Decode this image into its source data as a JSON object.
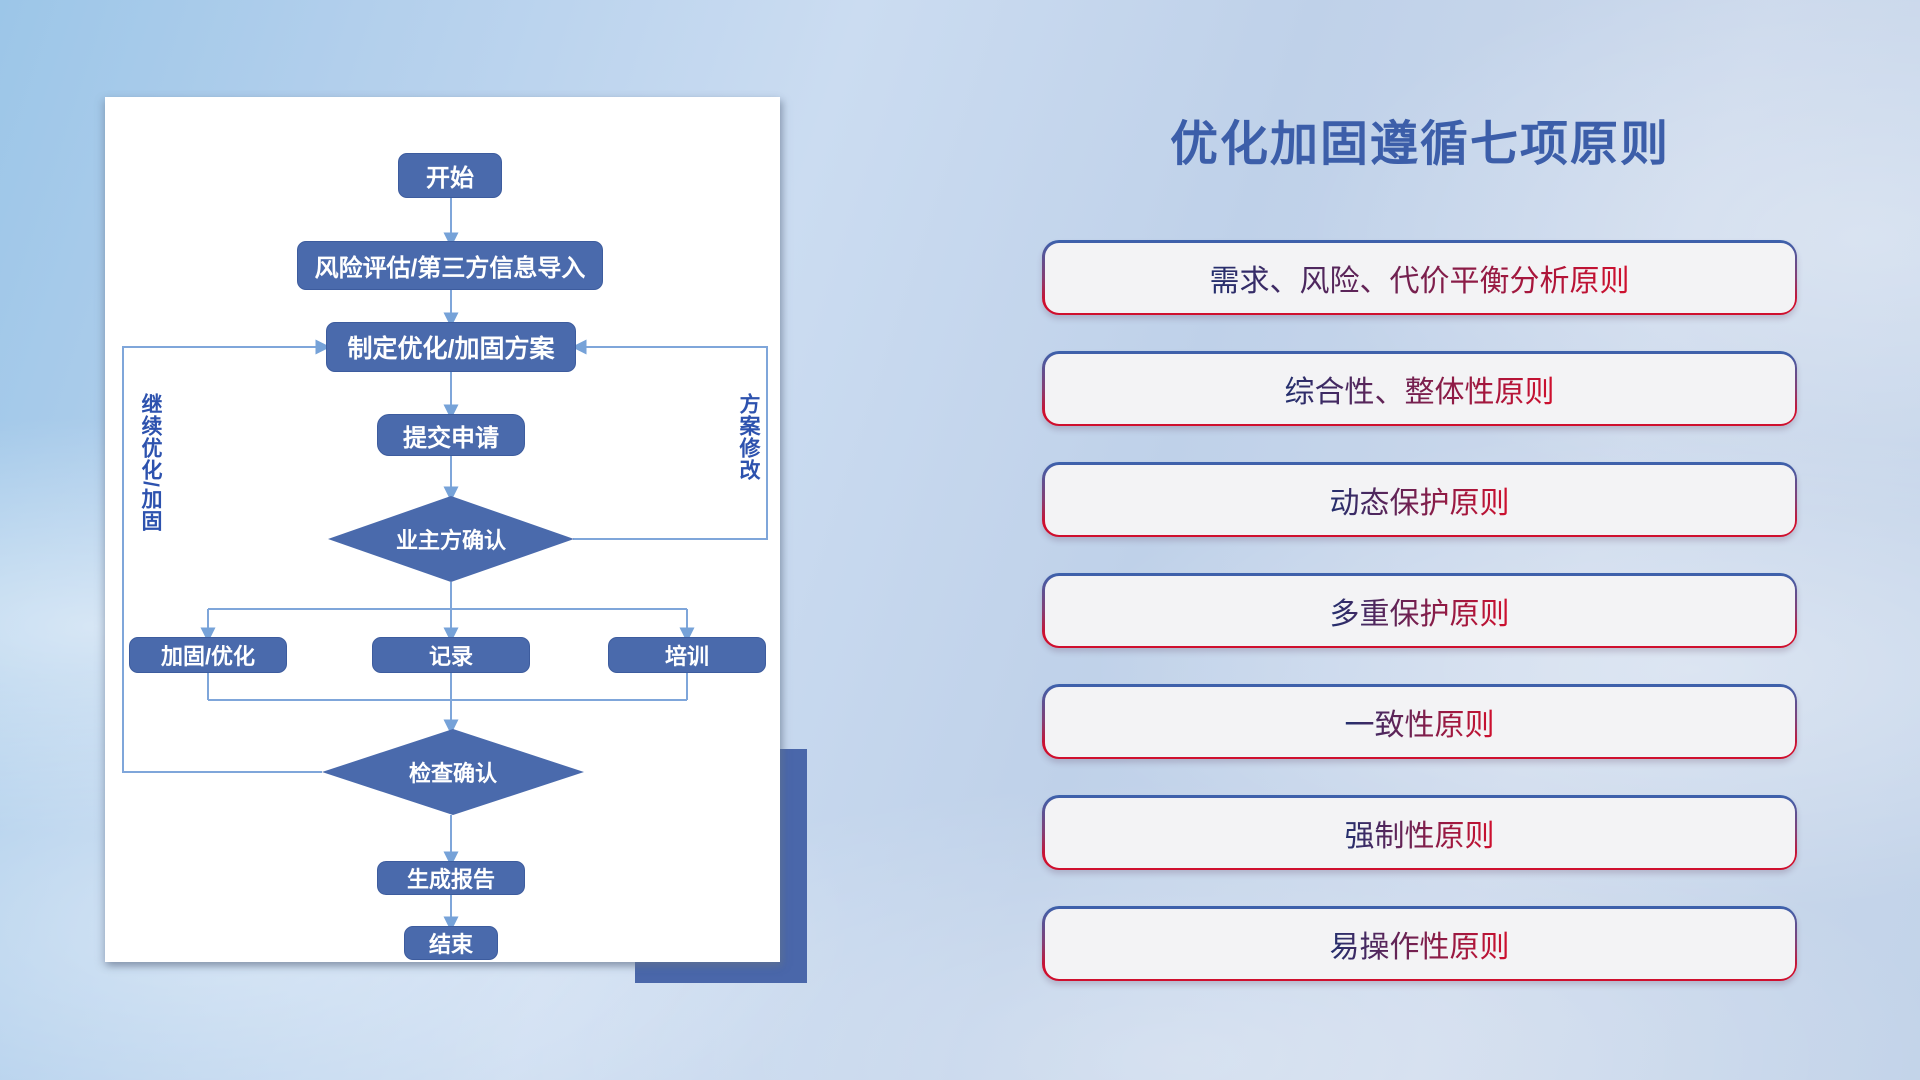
{
  "title": "优化加固遵循七项原则",
  "principles": [
    "需求、风险、代价平衡分析原则",
    "综合性、整体性原则",
    "动态保护原则",
    "多重保护原则",
    "一致性原则",
    "强制性原则",
    "易操作性原则"
  ],
  "flowchart": {
    "nodes": {
      "start": "开始",
      "risk_import": "风险评估/第三方信息导入",
      "make_plan": "制定优化/加固方案",
      "submit_request": "提交申请",
      "owner_confirm": "业主方确认",
      "reinforce_optimize": "加固/优化",
      "record": "记录",
      "training": "培训",
      "check_confirm": "检查确认",
      "generate_report": "生成报告",
      "end": "结束"
    },
    "loop_labels": {
      "continue_optimize": "继续优化/加固",
      "plan_revision": "方案修改"
    }
  },
  "colors": {
    "background_base": "#bdd3ea",
    "card": "#ffffff",
    "flow_node_fill": "#4a6aac",
    "flow_connector": "#7fa6da",
    "loop_label_text": "#2d52ae",
    "title_text": "#3c5ea9",
    "principle_box_fill": "#f3f3f5",
    "principle_border_top": "#3b62ad",
    "principle_border_bottom": "#cf0f2e",
    "principle_text_gradient_start": "#232f6e",
    "principle_text_gradient_end": "#d00f2d",
    "shadow_rect": "#4a67aa"
  }
}
